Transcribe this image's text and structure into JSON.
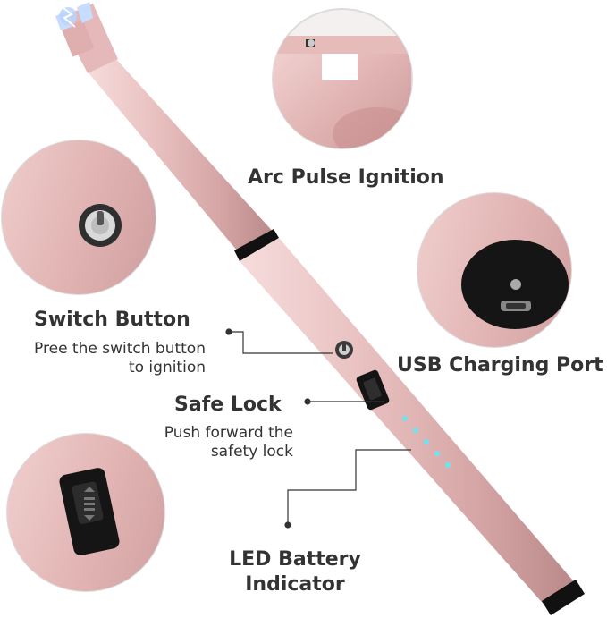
{
  "callouts": {
    "arc": {
      "title": "Arc Pulse Ignition"
    },
    "switch": {
      "title": "Switch Button",
      "desc_line1": "Pree the switch button",
      "desc_line2": "to ignition"
    },
    "usb": {
      "title": "USB Charging Port"
    },
    "safe": {
      "title": "Safe Lock",
      "desc_line1": "Push forward the",
      "desc_line2": "safety lock"
    },
    "led": {
      "title_line1": "LED Battery",
      "title_line2": "Indicator"
    }
  },
  "colors": {
    "body": "#e8bfbe",
    "body_shade": "#c99a9a",
    "accent": "#111111",
    "led": "#6fe3f0",
    "spark": "#b9d4ff",
    "leader": "#333333"
  }
}
